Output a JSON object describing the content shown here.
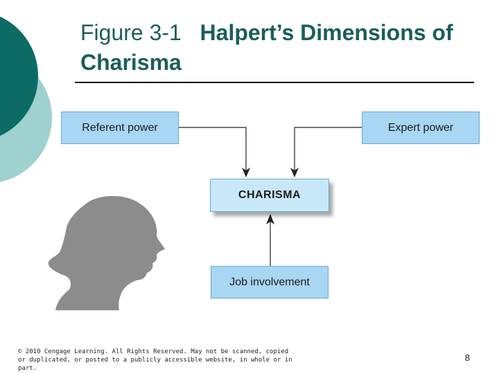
{
  "slide": {
    "title_prefix": "Figure 3-1",
    "title_main": "Halpert’s Dimensions of Charisma",
    "page_number": "8",
    "copyright_line1": "© 2010 Cengage Learning. All Rights Reserved. May not be scanned, copied",
    "copyright_line2": "or duplicated, or posted to a publicly accessible website, in whole or in part."
  },
  "diagram": {
    "nodes": {
      "referent": "Referent power",
      "expert": "Expert power",
      "charisma": "CHARISMA",
      "job": "Job involvement"
    },
    "edges": [
      {
        "from": "Referent power",
        "to": "CHARISMA"
      },
      {
        "from": "Expert power",
        "to": "CHARISMA"
      },
      {
        "from": "Job involvement",
        "to": "CHARISMA"
      }
    ]
  },
  "colors": {
    "title": "#1b5e5a",
    "box_fill": "#a9d6f3",
    "center_fill": "#c8e8f9",
    "deco_dark": "#0d6b66",
    "deco_light": "#8cc9c6",
    "silhouette": "#8a8a8a"
  }
}
